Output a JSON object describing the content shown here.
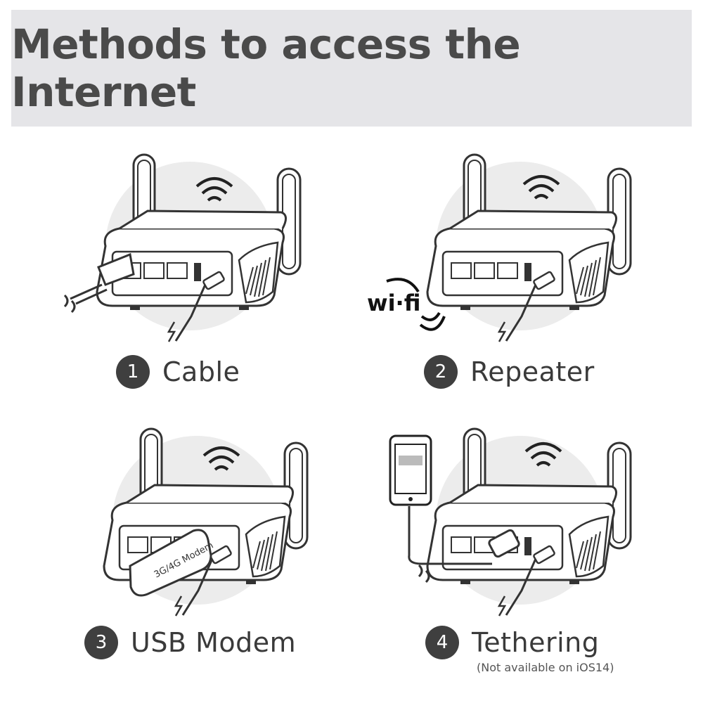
{
  "header": {
    "title": "Methods to access the Internet"
  },
  "methods": [
    {
      "number": "1",
      "label": "Cable",
      "icons": [
        "router-icon",
        "ethernet-cable-icon",
        "power-cable-icon",
        "wifi-signal-icon"
      ]
    },
    {
      "number": "2",
      "label": "Repeater",
      "icons": [
        "router-icon",
        "wifi-logo-icon",
        "power-cable-icon",
        "wifi-signal-icon"
      ],
      "badge": "wi·fi"
    },
    {
      "number": "3",
      "label": "USB Modem",
      "icons": [
        "router-icon",
        "usb-modem-icon",
        "power-cable-icon",
        "wifi-signal-icon"
      ],
      "device_label": "3G/4G Modem"
    },
    {
      "number": "4",
      "label": "Tethering",
      "icons": [
        "router-icon",
        "smartphone-icon",
        "usb-cable-icon",
        "wifi-signal-icon"
      ],
      "note": "(Not available on iOS14)"
    }
  ]
}
